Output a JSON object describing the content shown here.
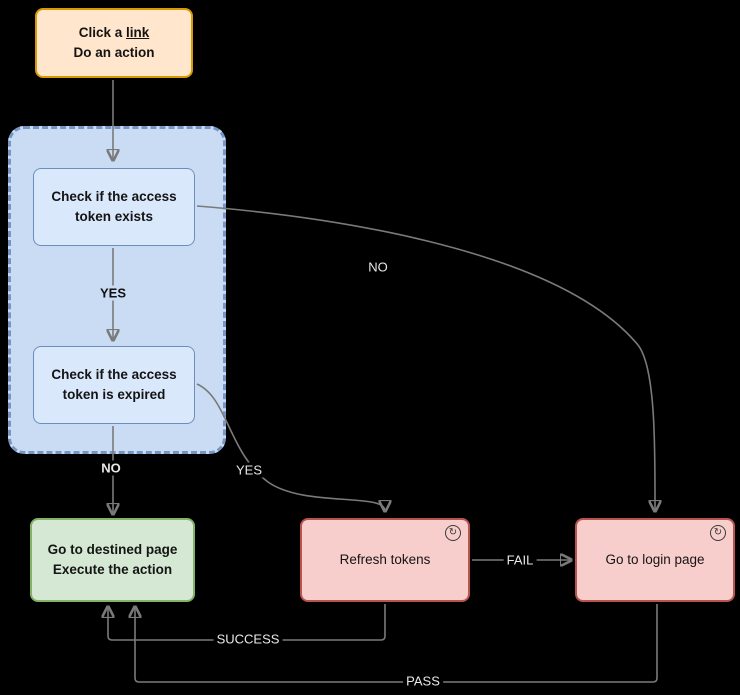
{
  "diagram": {
    "background": "#000000",
    "edge_color": "#7a7a7a",
    "colors": {
      "start_fill": "#ffe6cc",
      "start_border": "#d79b00",
      "group_fill": "#c9dcf4",
      "group_border": "#7796c4",
      "check_fill": "#dae8fc",
      "check_border": "#6c8ebf",
      "success_fill": "#d5e8d4",
      "success_border": "#82b366",
      "danger_fill": "#f8cecc",
      "danger_border": "#b85450"
    }
  },
  "nodes": {
    "start": {
      "line1_prefix": "Click a ",
      "link_text": "link",
      "line2": "Do an action"
    },
    "check_token_exists": {
      "line1": "Check if the access",
      "line2": "token exists"
    },
    "check_token_expired": {
      "line1": "Check if the access",
      "line2": "token is expired"
    },
    "destined_page": {
      "line1": "Go to destined page",
      "line2": "Execute the action"
    },
    "refresh_tokens": {
      "label": "Refresh tokens",
      "badge_icon": "↻"
    },
    "login_page": {
      "label": "Go to login page",
      "badge_icon": "↻"
    }
  },
  "edge_labels": {
    "token_exists_yes": "YES",
    "token_exists_no": "NO",
    "token_expired_no": "NO",
    "token_expired_yes": "YES",
    "refresh_fail": "FAIL",
    "refresh_success": "SUCCESS",
    "login_pass": "PASS"
  }
}
